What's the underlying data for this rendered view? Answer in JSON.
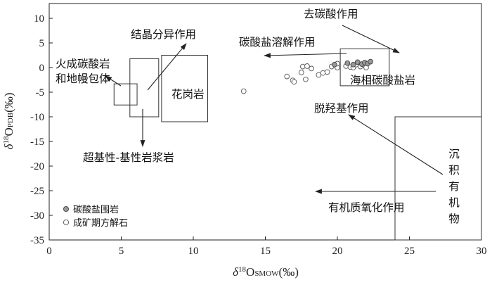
{
  "chart_data": {
    "type": "scatter",
    "xlabel": {
      "delta": "δ",
      "sup": "18",
      "main": "O",
      "sub": "SMOW",
      "unit": "(‰)"
    },
    "ylabel": {
      "delta": "δ",
      "sup": "18",
      "main": "O",
      "sub": "PDB",
      "unit": "(‰)"
    },
    "xlim": [
      0,
      30
    ],
    "ylim": [
      -35,
      13
    ],
    "xticks": [
      0,
      5,
      10,
      15,
      20,
      25,
      30
    ],
    "yticks": [
      10,
      5,
      0,
      -5,
      -10,
      -15,
      -20,
      -25,
      -30,
      -35
    ],
    "series": [
      {
        "name": "成矿期方解石",
        "marker": "open-circle",
        "color": "#ffffff",
        "points": [
          [
            13.5,
            -4.8
          ],
          [
            16.5,
            -1.8
          ],
          [
            16.9,
            -2.6
          ],
          [
            17.0,
            -2.9
          ],
          [
            17.5,
            -1.0
          ],
          [
            17.6,
            0.2
          ],
          [
            17.8,
            -2.4
          ],
          [
            17.9,
            0.3
          ],
          [
            18.2,
            -0.2
          ],
          [
            18.7,
            -1.5
          ],
          [
            19.0,
            -1.1
          ],
          [
            19.3,
            -0.9
          ],
          [
            19.6,
            0.2
          ],
          [
            20.0,
            0.0
          ],
          [
            20.0,
            0.8
          ],
          [
            20.6,
            0.3
          ],
          [
            20.9,
            0.1
          ],
          [
            21.1,
            0.0
          ],
          [
            21.3,
            0.6
          ],
          [
            21.6,
            0.2
          ],
          [
            21.9,
            0.5
          ],
          [
            22.0,
            0.0
          ]
        ]
      },
      {
        "name": "碳酸盐围岩",
        "marker": "filled-circle",
        "color": "#999999",
        "points": [
          [
            19.8,
            0.6
          ],
          [
            20.7,
            0.9
          ],
          [
            21.1,
            0.6
          ],
          [
            21.4,
            1.1
          ],
          [
            21.7,
            0.7
          ],
          [
            21.9,
            1.0
          ],
          [
            22.1,
            0.8
          ],
          [
            22.3,
            1.2
          ]
        ]
      }
    ],
    "regions": [
      {
        "id": "carbonatite",
        "x": [
          4.5,
          6.1
        ],
        "y": [
          -7.6,
          -3.3
        ]
      },
      {
        "id": "ultramafic",
        "x": [
          5.6,
          7.6
        ],
        "y": [
          -10.0,
          1.8
        ]
      },
      {
        "id": "granite",
        "x": [
          7.8,
          11.0
        ],
        "y": [
          -11.0,
          2.5
        ]
      },
      {
        "id": "marine",
        "x": [
          20.2,
          23.6
        ],
        "y": [
          -3.7,
          3.8
        ]
      },
      {
        "id": "sediment-organic",
        "x": [
          24.0,
          30.0
        ],
        "y": [
          -35.0,
          -10.0
        ]
      }
    ],
    "annotations": [
      {
        "id": "decarbonation",
        "text": "去碳酸作用"
      },
      {
        "id": "dissolution",
        "text": "碳酸盐溶解作用"
      },
      {
        "id": "fractionation",
        "text": "结晶分异作用"
      },
      {
        "id": "carbonatite",
        "lines": [
          "火成碳酸岩",
          "和地幔包体"
        ]
      },
      {
        "id": "granite",
        "text": "花岗岩"
      },
      {
        "id": "marine",
        "text": "海相碳酸盐岩"
      },
      {
        "id": "dehydroxylation",
        "text": "脱羟基作用"
      },
      {
        "id": "ultramafic",
        "text": "超基性-基性岩浆岩"
      },
      {
        "id": "oxidation",
        "text": "有机质氧化作用"
      },
      {
        "id": "sediment-organic",
        "chars": [
          "沉",
          "积",
          "有",
          "机",
          "物"
        ]
      }
    ]
  }
}
